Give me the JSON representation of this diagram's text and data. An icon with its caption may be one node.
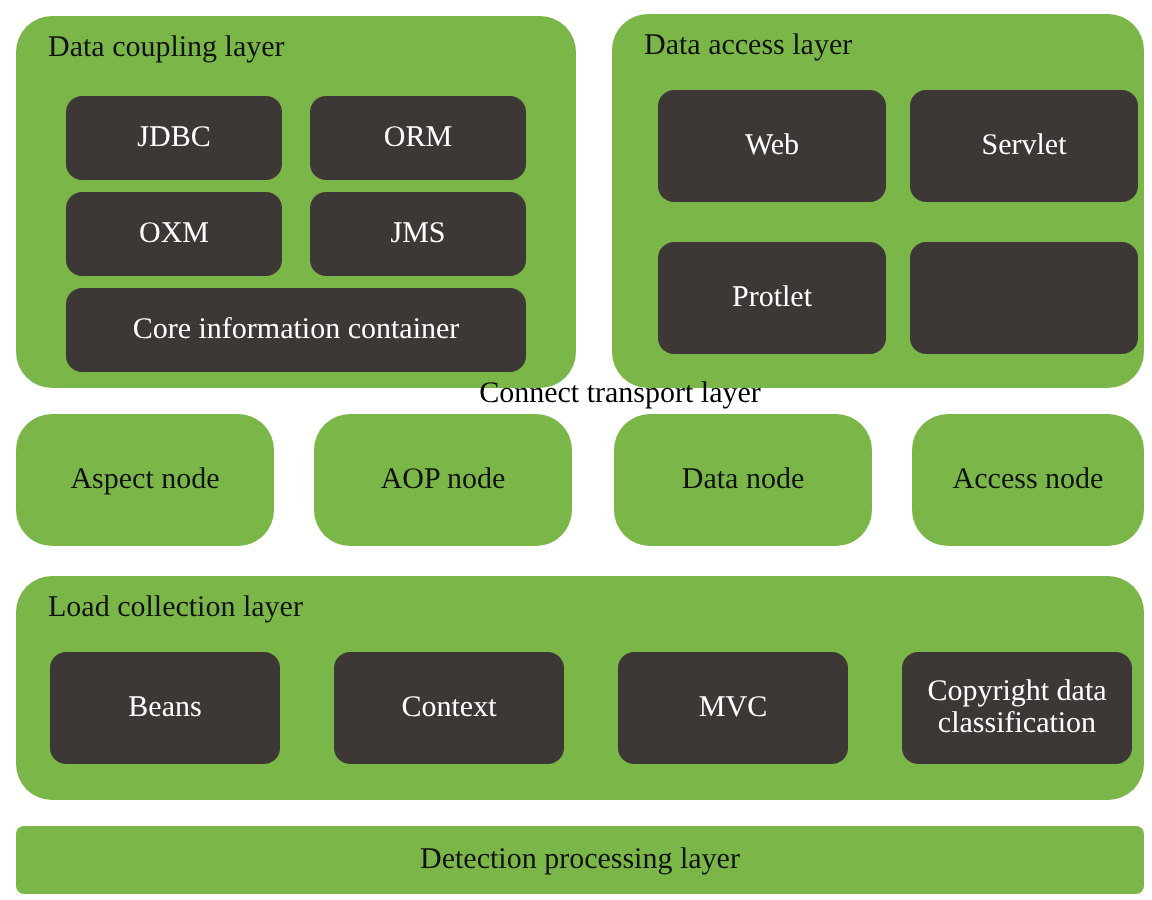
{
  "diagram": {
    "nodes": [
      {
        "text": [
          "Data coupling layer"
        ]
      },
      {
        "text": [
          "JDBC"
        ],
        "in": 0
      },
      {
        "text": [
          "ORM"
        ],
        "in": 0
      },
      {
        "text": [
          "OXM"
        ],
        "in": 0
      },
      {
        "text": [
          "JMS"
        ],
        "in": 0
      },
      {
        "text": [
          "Core information container"
        ],
        "in": 0
      },
      {
        "text": [
          "Data access layer"
        ]
      },
      {
        "text": [
          "Web"
        ],
        "in": 6
      },
      {
        "text": [
          "Servlet"
        ],
        "in": 6
      },
      {
        "text": [
          "Protlet"
        ],
        "in": 6
      },
      {
        "text": [],
        "shape": "box",
        "in": 6
      },
      {
        "text": [
          "Aspect node"
        ]
      },
      {
        "text": [
          "AOP node"
        ]
      },
      {
        "text": [
          "Data node"
        ]
      },
      {
        "text": [
          "Access node"
        ]
      },
      {
        "text": [
          "Load collection layer"
        ]
      },
      {
        "text": [
          "Beans"
        ],
        "in": 15
      },
      {
        "text": [
          "Context"
        ],
        "in": 15
      },
      {
        "text": [
          "MVC"
        ],
        "in": 15
      },
      {
        "text": [
          "Copyright data classification"
        ],
        "in": 15
      },
      {
        "text": [
          "Detection processing layer"
        ]
      }
    ],
    "labels": [
      "Connect transport layer"
    ]
  }
}
